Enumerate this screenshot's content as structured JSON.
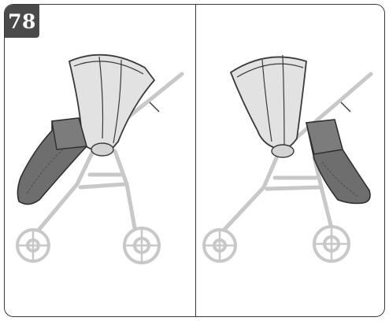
{
  "step": {
    "number": "78"
  },
  "colors": {
    "frame": "#3a3a3a",
    "badge_bg": "#4a4a4a",
    "badge_text": "#ffffff",
    "frame_ghost": "#c8c8c8",
    "canopy_fill": "#e2e2e2",
    "footmuff_fill": "#6e6e6e"
  },
  "panels": [
    {
      "id": "left",
      "footmuff_side": "front",
      "icons": [
        "stroller-frame-icon",
        "seat-canopy-icon",
        "footmuff-icon"
      ]
    },
    {
      "id": "right",
      "footmuff_side": "rear",
      "icons": [
        "stroller-frame-icon",
        "seat-canopy-icon",
        "footmuff-icon"
      ]
    }
  ]
}
